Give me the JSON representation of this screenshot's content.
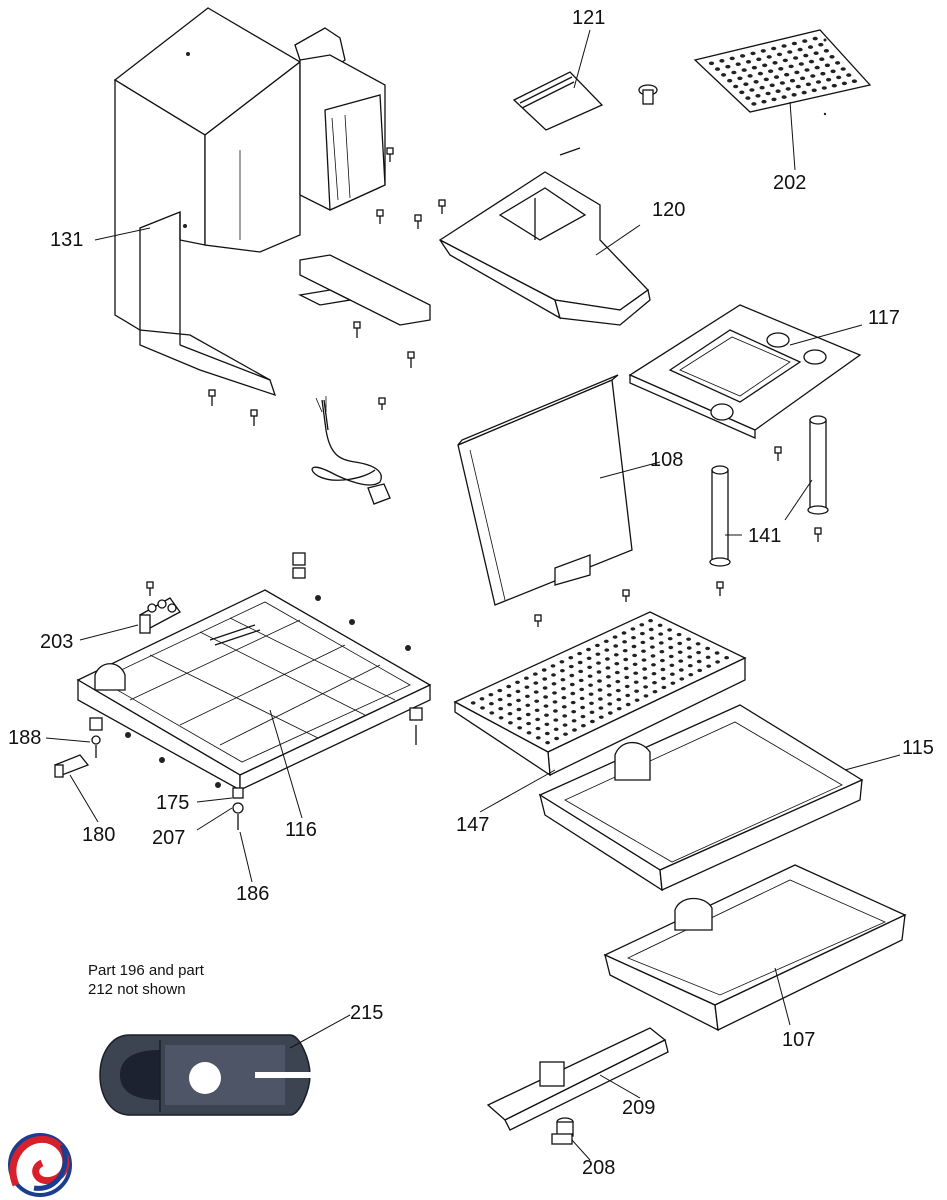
{
  "labels": {
    "p121": "121",
    "p202": "202",
    "p131": "131",
    "p120": "120",
    "p117": "117",
    "p108": "108",
    "p141": "141",
    "p203": "203",
    "p115": "115",
    "p188": "188",
    "p175": "175",
    "p207": "207",
    "p116": "116",
    "p180": "180",
    "p147": "147",
    "p186": "186",
    "p107": "107",
    "p215": "215",
    "p209": "209",
    "p208": "208"
  },
  "note": {
    "line1": "Part 196 and part",
    "line2": "212 not shown"
  },
  "colors": {
    "line": "#111111",
    "tool_body": "#3c4452",
    "logo_red": "#d8202a",
    "logo_blue": "#1b3d8f"
  },
  "icons": {
    "logo": "brand-swirl-icon"
  }
}
